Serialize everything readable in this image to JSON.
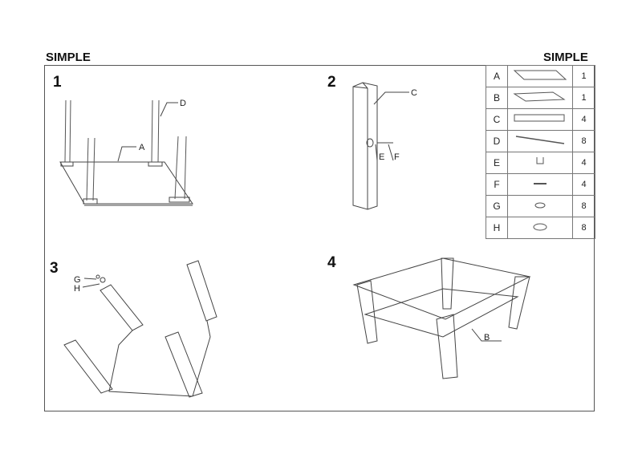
{
  "header": {
    "title_left": "SIMPLE",
    "title_right": "SIMPLE"
  },
  "steps": [
    {
      "number": "1",
      "labels": [
        "A",
        "D"
      ]
    },
    {
      "number": "2",
      "labels": [
        "C",
        "E",
        "F"
      ]
    },
    {
      "number": "3",
      "labels": [
        "G",
        "H"
      ]
    },
    {
      "number": "4",
      "labels": [
        "B"
      ]
    }
  ],
  "parts": [
    {
      "letter": "A",
      "icon": "glass-top-icon",
      "qty": "1"
    },
    {
      "letter": "B",
      "icon": "glass-shelf-icon",
      "qty": "1"
    },
    {
      "letter": "C",
      "icon": "leg-icon",
      "qty": "4"
    },
    {
      "letter": "D",
      "icon": "threaded-rod-icon",
      "qty": "8"
    },
    {
      "letter": "E",
      "icon": "bracket-icon",
      "qty": "4"
    },
    {
      "letter": "F",
      "icon": "screw-icon",
      "qty": "4"
    },
    {
      "letter": "G",
      "icon": "nut-icon",
      "qty": "8"
    },
    {
      "letter": "H",
      "icon": "washer-icon",
      "qty": "8"
    }
  ]
}
